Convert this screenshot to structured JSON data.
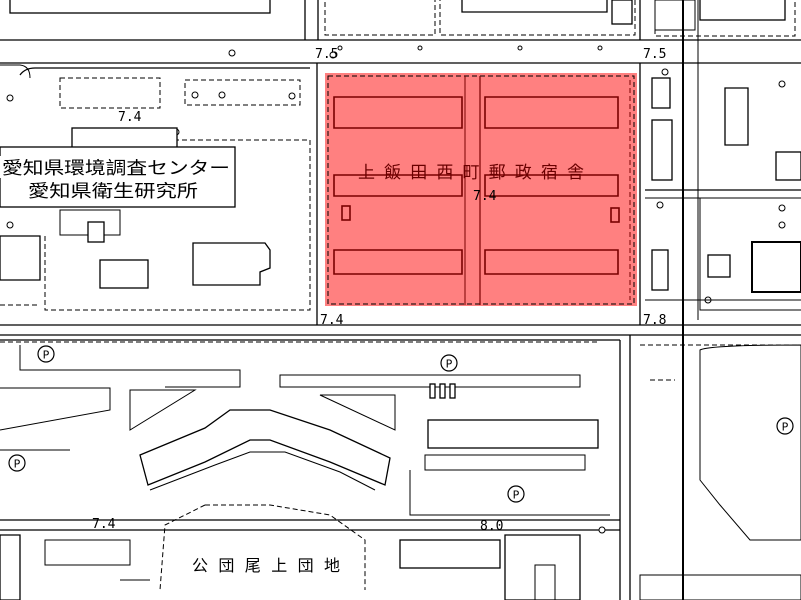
{
  "map": {
    "highlight_color": "#ff8080",
    "labels": {
      "aichi_environment_center": "愛知県環境調査センター",
      "aichi_health_institute": "愛知県衛生研究所",
      "postal_housing": "上飯田西町郵政宿舎",
      "public_housing": "公団尾上団地"
    },
    "elevations": [
      "7.5",
      "7.5",
      "7.4",
      "7.4",
      "7.4",
      "7.8",
      "7.4",
      "8.0"
    ],
    "parking_symbol": "P"
  }
}
